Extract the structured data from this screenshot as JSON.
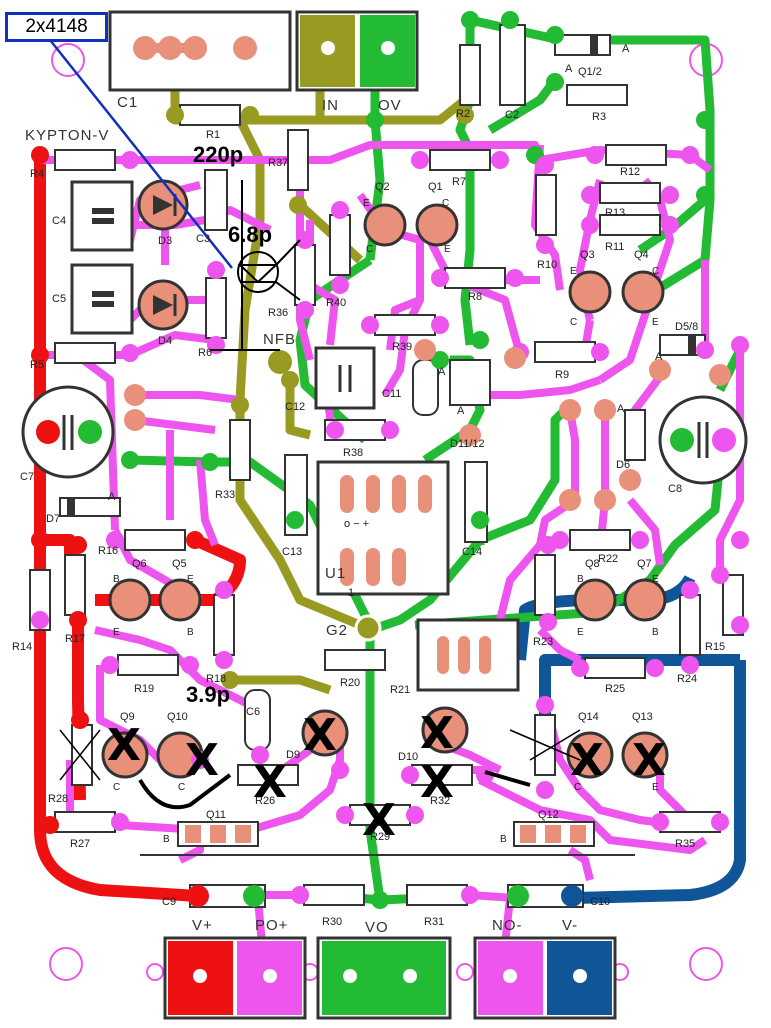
{
  "callout": "2x4148",
  "board_name": "KYPTON-V",
  "annotations": {
    "c220": "220p",
    "c68": "6.8p",
    "c39": "3.9p"
  },
  "connectors": {
    "in": "IN",
    "ov": "OV",
    "nfb": "NFB",
    "g2": "G2",
    "vo": "VO",
    "po": "PO+",
    "no": "NO-",
    "vplus": "V+",
    "vminus": "V-"
  },
  "ic": {
    "name": "U1",
    "pin1": "1",
    "pins": "o  −  +"
  },
  "labels": {
    "C1": "C1",
    "R1": "R1",
    "R2": "R2",
    "C2": "C2",
    "R3": "R3",
    "Q12top": "Q1/2",
    "R37": "R37",
    "R7": "R7",
    "R12": "R12",
    "R13": "R13",
    "R11": "R11",
    "R10": "R10",
    "Q3": "Q3",
    "Q4": "Q4",
    "Q2": "Q2",
    "Q1": "Q1",
    "C4": "C4",
    "D3": "D3",
    "C3": "C3",
    "C5": "C5",
    "D4": "D4",
    "R6": "R6",
    "R36": "R36",
    "R40": "R40",
    "R8": "R8",
    "R4": "R4",
    "R5": "R5",
    "R39": "R39",
    "R9": "R9",
    "D58": "D5/8",
    "C11": "C11",
    "D1112": "D11/12",
    "C12": "C12",
    "R38": "R38",
    "D6": "D6",
    "C7": "C7",
    "C8": "C8",
    "R33": "R33",
    "D7": "D7",
    "C13": "C13",
    "C14": "C14",
    "R16": "R16",
    "Q6": "Q6",
    "Q5": "Q5",
    "R22": "R22",
    "Q8": "Q8",
    "Q7": "Q7",
    "R17": "R17",
    "R14": "R14",
    "R18": "R18",
    "R23": "R23",
    "R15": "R15",
    "R19": "R19",
    "R20": "R20",
    "R21": "R21",
    "R25": "R25",
    "R24": "R24",
    "C6": "C6",
    "Q9": "Q9",
    "Q10": "Q10",
    "D9": "D9",
    "D10": "D10",
    "Q14": "Q14",
    "Q13": "Q13",
    "R28": "R28",
    "R26": "R26",
    "R32": "R32",
    "R27": "R27",
    "Q11": "Q11",
    "R29": "R29",
    "Q12": "Q12",
    "R35": "R35",
    "C9": "C9",
    "R30": "R30",
    "R31": "R31",
    "C10": "C10",
    "A1": "A",
    "A2": "A",
    "A3": "A",
    "A4": "A",
    "A5": "A",
    "A6": "A",
    "A7": "A"
  },
  "pins": {
    "e": "E",
    "c": "C",
    "b": "B"
  },
  "colors": {
    "trace_pink": "#ee55ee",
    "trace_green": "#22bb33",
    "trace_olive": "#999a22",
    "trace_red": "#ee1111",
    "trace_blue": "#115599",
    "pad": "#e8907a",
    "outline": "#333333"
  },
  "x_mark": "X"
}
